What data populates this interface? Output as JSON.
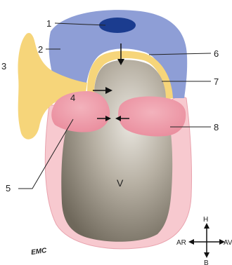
{
  "labels": {
    "l1": "1",
    "l2": "2",
    "l3": "3",
    "l4": "4",
    "l5": "5",
    "l6": "6",
    "l7": "7",
    "l8": "8",
    "v": "V"
  },
  "orientation": {
    "top": "H",
    "left": "AR",
    "right": "AV",
    "bottom": "B"
  },
  "logo_text": "EMC",
  "colors": {
    "blue": "#8e9ed6",
    "blue_dark": "#1b3c8f",
    "yellow": "#f6d57a",
    "pink": "#ef9aa8",
    "pink_light": "#f7c9cf",
    "gray_dark": "#7c7466",
    "gray_light": "#d9d5cc"
  }
}
